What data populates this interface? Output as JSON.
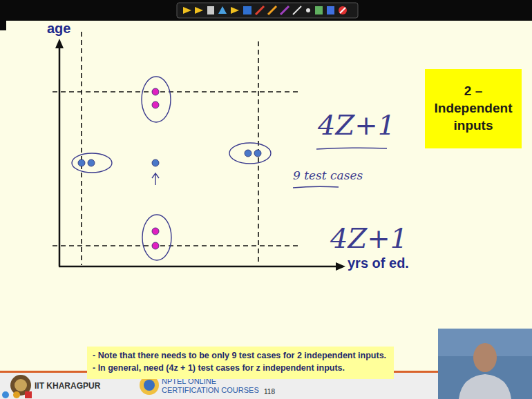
{
  "diagram": {
    "nodes": [
      {
        "text": [
          "2 – Independent inputs"
        ]
      },
      {
        "text": [
          "- Note that there needs to be only 9 test cases for 2 independent  inputs.",
          "- In general, need (4z + 1) test cases for z independent inputs."
        ]
      }
    ],
    "labels": [
      "age",
      "yrs of ed.",
      "4Z+1",
      "9 test cases",
      "4Z+1",
      "IIT KHARAGPUR",
      "NPTEL ONLINE CERTIFICATION COURSES",
      "118"
    ]
  }
}
